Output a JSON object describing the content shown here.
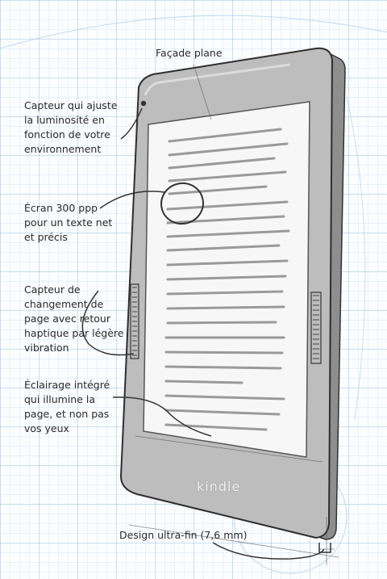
{
  "labels": {
    "top": "Façade plane",
    "capteur_lum": "Capteur qui ajuste la luminosité en fonction de votre environnement",
    "ecran": "Écran 300 ppp pour un texte net et précis",
    "capteur_page": "Capteur de changement de page avec retour haptique par légère vibration",
    "eclairage": "Éclairage intégré qui illumine la page, et non pas vos yeux",
    "design": "Design ultra-fin (7,6 mm)"
  },
  "device": {
    "brand": "kindle"
  },
  "colors": {
    "bezel": "#bdbdbd",
    "bezel_dark": "#8c8c8c",
    "screen": "#f7f7f7",
    "text_lines": "#9a9a9a",
    "grid": "#78aad7",
    "sketch": "#3a3a3a"
  }
}
